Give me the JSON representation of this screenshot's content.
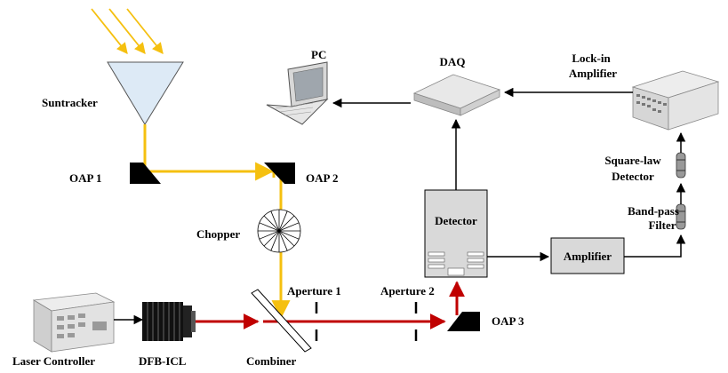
{
  "labels": {
    "suntracker": "Suntracker",
    "oap1": "OAP 1",
    "oap2": "OAP 2",
    "oap3": "OAP 3",
    "chopper": "Chopper",
    "pc": "PC",
    "daq": "DAQ",
    "lockin_line1": "Lock-in",
    "lockin_line2": "Amplifier",
    "square_line1": "Square-law",
    "square_line2": "Detector",
    "bandpass_line1": "Band-pass",
    "bandpass_line2": "Filter",
    "detector": "Detector",
    "amplifier": "Amplifier",
    "aperture1": "Aperture 1",
    "aperture2": "Aperture 2",
    "laser_controller": "Laser Controller",
    "dfb_icl": "DFB-ICL",
    "combiner": "Combiner"
  },
  "colors": {
    "sunlight": "#F5C010",
    "laser": "#C00000",
    "signal": "#000000",
    "suntracker_fill": "#DDEAF6",
    "box_fill": "#D9D9D9",
    "equipment_fill": "#E2E2E2"
  },
  "icons": {
    "suntracker": "triangle-icon",
    "chopper": "wheel-icon",
    "pc": "laptop-icon",
    "daq": "rack-unit-icon",
    "lockin": "instrument-box-icon",
    "laser_controller": "instrument-box-icon",
    "dfb_icl": "heatsink-laser-icon"
  }
}
